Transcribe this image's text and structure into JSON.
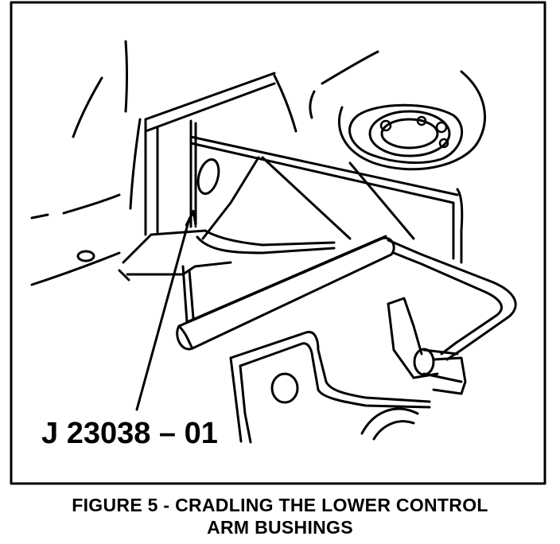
{
  "figure": {
    "callout_label": "J 23038 – 01",
    "caption_line_1": "FIGURE 5 - CRADLING THE LOWER CONTROL",
    "caption_line_2": "ARM BUSHINGS"
  },
  "colors": {
    "ink": "#000000",
    "paper": "#ffffff"
  }
}
